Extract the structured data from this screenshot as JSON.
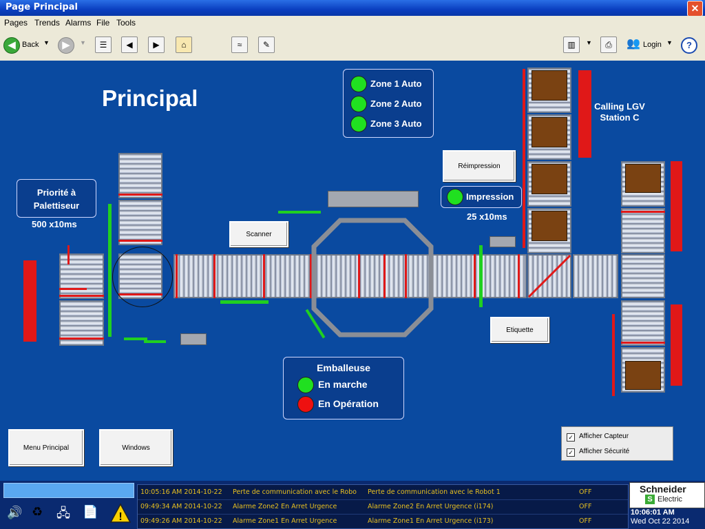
{
  "window": {
    "title": "Page Principal"
  },
  "menu": [
    "Pages",
    "Trends",
    "Alarms",
    "File",
    "Tools"
  ],
  "toolbar": {
    "back_label": "Back",
    "login_label": "Login"
  },
  "page": {
    "title": "Principal",
    "priority": {
      "label": "Priorité à Palettiseur",
      "value": "500 x10ms"
    },
    "zones": [
      "Zone 1 Auto",
      "Zone 2 Auto",
      "Zone 3 Auto"
    ],
    "reimpression_label": "Réimpression",
    "impression": {
      "label": "Impression",
      "value": "25  x10ms"
    },
    "scanner_label": "Scanner",
    "etiquette_label": "Etiquette",
    "calling_lgv": "Calling LGV Station C",
    "emballeuse": {
      "title": "Emballeuse",
      "running": "En marche",
      "operation": "En Opération"
    },
    "menu_principal_label": "Menu Principal",
    "windows_label": "Windows",
    "checkboxes": [
      {
        "label": "Afficher Capteur",
        "checked": true
      },
      {
        "label": "Afficher Sécurité",
        "checked": true
      }
    ]
  },
  "alarms": [
    {
      "time": "10:05:16 AM 2014-10-22",
      "msg": "Perte de communication avec le Robo",
      "desc": "Perte de communication avec le Robot 1",
      "state": "OFF"
    },
    {
      "time": "09:49:34 AM 2014-10-22",
      "msg": "Alarme Zone2 En Arret Urgence",
      "desc": "Alarme Zone2 En Arret Urgence (i174)",
      "state": "OFF"
    },
    {
      "time": "09:49:26 AM 2014-10-22",
      "msg": "Alarme Zone1 En Arret Urgence",
      "desc": "Alarme Zone1 En Arret Urgence (i173)",
      "state": "OFF"
    }
  ],
  "brand": {
    "name": "Schneider",
    "sub": "Electric"
  },
  "clock": {
    "time": "10:06:01 AM",
    "date": "Wed Oct 22 2014"
  },
  "colors": {
    "background": "#0a4aa0",
    "lamp_green": "#20e020",
    "lamp_red": "#ee1010",
    "alarm_text": "#e8c020"
  }
}
